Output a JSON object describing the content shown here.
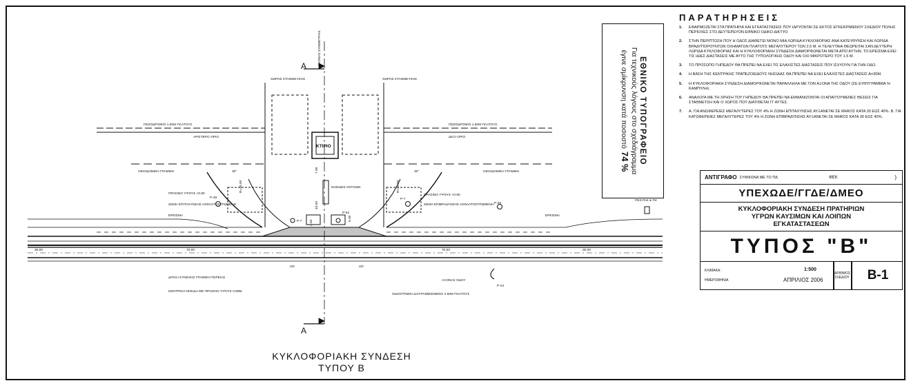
{
  "stamp": {
    "title": "ΕΘΝΙΚΟ ΤΥΠΟΓΡΑΦΕΙΟ",
    "line1": "Για τεχνικούς λόγους στο σχεδιάγραμμα",
    "line2": "έγινε σμίκρυνση κατά ποσοστό",
    "percent": "74 %"
  },
  "notes": {
    "title": "ΠΑΡΑΤΗΡΗΣΕΙΣ",
    "items": [
      {
        "num": "1.",
        "text": "ΕΦΑΡΜΟΖΕΤΑΙ ΣΤΑ ΠΡΑΤΗΡΙΑ ΚΑΙ ΕΓΚΑΤΑΣΤΑΣΕΙΣ ΠΟΥ ΙΔΡΥΟΝΤΑΙ ΣΕ ΕΚΤΟΣ ΕΓΚΕΚΡΙΜΕΝΟΥ ΣΧΕΔΙΟΥ ΠΟΛΗΣ ΠΕΡΙΟΧΕΣ ΣΤΟ ΔΕΥΤΕΡΕΥΟΝ ΕΘΝΙΚΟ ΟΔΙΚΟ ΔΙΚΤΥΟ"
      },
      {
        "num": "2.",
        "text": "ΣΤΗΝ ΠΕΡΙΠΤΩΣΗ ΠΟΥ Η ΟΔΟΣ ΔΙΑΘΕΤΕΙ ΜΟΝΟ ΜΙΑ ΛΩΡΙΔΑ ΚΥΚΛΟΦΟΡΙΑΣ ΑΝΑ ΚΑΤΕΥΘΥΝΣΗ ΚΑΙ ΛΩΡΙΔΑ ΒΡΑΔΥΠΟΡΟΥΝΤΩΝ ΟΧΗΜΑΤΩΝ ΠΛΑΤΟΥΣ ΜΕΓΑΛΥΤΕΡΟΥ ΤΩΝ 2.5 Μ. Η ΤΕΛΕΥΤΑΙΑ ΘΕΩΡΕΙΤΑΙ ΣΑΝ ΔΕΥΤΕΡΗ ΛΩΡΙΔΑ ΚΥΚΛΟΦΟΡΙΑΣ ΚΑΙ Η ΚΥΚΛΟΦΟΡΙΑΚΗ ΣΥΝΔΕΣΗ ΔΙΑΜΟΡΦΩΝΕΤΑΙ ΜΕΤΑ ΑΠΟ ΑΥΤΗΝ. ΤΟ ΕΡΕΙΣΜΑ ΕΧΕΙ ΤΙΣ ΙΔΙΕΣ ΔΙΑΣΤΑΣΕΙΣ ΜΕ ΑΥΤΟ ΤΗΣ ΤΥΠΟΛΟΓΙΚΗΣ ΟΔΟΥ ΚΑΙ ΟΧΙ ΜΙΚΡΟΤΕΡΟ ΤΟΥ 1.5 Μ."
      },
      {
        "num": "3.",
        "text": "ΤΟ ΠΡΟΣΩΠΟ ΓΗΠΕΔΟΥ ΘΑ ΠΡΕΠΕΙ ΝΑ ΕΧΕΙ ΤΙΣ ΕΛΑΧΙΣΤΕΣ ΔΙΑΣΤΑΣΕΙΣ ΠΟΥ ΙΣΧΥΟΥΝ ΓΙΑ ΤΗΝ ΟΔΟ."
      },
      {
        "num": "4.",
        "text": "Η ΒΑΣΗ ΤΗΣ ΚΕΝΤΡΙΚΗΣ ΤΡΑΠΕΖΟΕΙΔΟΥΣ ΝΗΣΙΔΑΣ ΘΑ ΠΡΕΠΕΙ ΝΑ ΕΧΕΙ ΕΛΑΧΙΣΤΕΣ ΔΙΑΣΤΑΣΕΙΣ α=30μ."
      },
      {
        "num": "5.",
        "text": "Η ΚΥΚΛΟΦΟΡΙΑΚΗ ΣΥΝΔΕΣΗ ΔΙΑΜΟΡΦΩΝΕΤΑΙ ΠΑΡΑΛΛΗΛΑ ΜΕ ΤΟΝ ΑΞΟΝΑ ΤΗΣ ΟΔΟΥ (ΣΕ ΕΥΘΥΓΡΑΜΜΙΑ Ή ΚΑΜΠΥΛΗ)."
      },
      {
        "num": "6.",
        "text": "ΑΝΑΛΟΓΑ ΜΕ ΤΗ ΧΡΗΣΗ ΤΟΥ ΓΗΠΕΔΟΥ ΘΑ ΠΡΕΠΕΙ ΝΑ ΕΜΦΑΝΙΖΟΝΤΑΙ ΟΙ ΑΠΑΙΤΟΥΜΕΝΕΣ ΘΕΣΕΙΣ ΓΙΑ ΣΤΑΘΜΕΥΣΗ ΚΑΙ Ο ΧΩΡΟΣ ΠΟΥ ΔΙΑΤΙΘΕΤΑΙ ΓΙ' ΑΥΤΕΣ."
      },
      {
        "num": "7.",
        "text": "α. ΓΙΑ ΑΝΩΦΕΡΕΙΕΣ ΜΕΓΑΛΥΤΕΡΕΣ ΤΟΥ 4% Η ΖΩΝΗ ΕΠΙΤΑΧΥΝΣΗΣ ΑΥΞΑΝΕΤΑΙ ΣΕ ΜΗΚΟΣ ΚΑΤΑ 30 ΕΩΣ 40%. β. ΓΙΑ ΚΑΤΩΦΕΡΕΙΕΣ ΜΕΓΑΛΥΤΕΡΕΣ ΤΟΥ 4% Η ΖΩΝΗ ΕΠΙΒΡΑΔΥΝΣΗΣ ΑΥΞΑΝΕΤΑΙ ΣΕ ΜΗΚΟΣ ΚΑΤΑ 30 ΕΩΣ 40%."
      }
    ]
  },
  "title_block": {
    "copy_label": "ΑΝΤΙΓΡΑΦΟ",
    "copy_sub": "ΣΥΜΦΩΝΑ ΜΕ ΤΟ ΠΔ",
    "copy_fek": "ΦΕΚ",
    "copy_paren": ")",
    "org": "ΥΠΕΧΩΔΕ/ΓΓΔΕ/ΔΜΕΟ",
    "project_line1": "ΚΥΚΛΟΦΟΡΙΑΚΗ ΣΥΝΔΕΣΗ ΠΡΑΤΗΡΙΩΝ",
    "project_line2": "ΥΓΡΩΝ ΚΑΥΣΙΜΩΝ ΚΑΙ ΛΟΙΠΩΝ",
    "project_line3": "ΕΓΚΑΤΑΣΤΑΣΕΩΝ",
    "type": "ΤΥΠΟΣ \"Β\"",
    "scale_label": "ΚΛΙΜΑΚΑ :",
    "scale": "1:500",
    "date_label": "ΗΜΕΡΟΜΗΝΙΑ",
    "date": "ΑΠΡΙΛΙΟΣ 2006",
    "sheet_label": "ΑΡΙΘΜΟΣ ΣΧΕΔΙΟΥ",
    "sheet_no": "Β-1"
  },
  "caption": {
    "line1": "ΚΥΚΛΟΦΟΡΙΑΚΗ ΣΥΝΔΕΣΗ",
    "line2": "ΤΥΠΟΥ Β"
  },
  "drawing": {
    "section_mark": "Α",
    "building": "ΚΤΙΡΙΟ",
    "parking_left": "ΧΩΡΟΣ ΣΤΑΘΜΕΥΣΗΣ",
    "parking_right": "ΧΩΡΟΣ ΣΤΑΘΜΕΥΣΗΣ",
    "sidewalk_left": "ΠΕΖΟΔΡΟΜΙΟ 1.50Μ ΠΛΑΤΟΥΣ",
    "sidewalk_right": "ΠΕΖΟΔΡΟΜΙΟ 1.50Μ ΠΛΑΤΟΥΣ",
    "left_limit": "ΑΡΙΣΤΕΡΟ ΟΡΙΟ",
    "right_limit": "ΔΕΞΙ ΟΡΙΟ",
    "building_line_left": "ΟΙΚΟΔΟΜΙΚΗ ΓΡΑΜΜΗ",
    "building_line_right": "ΟΙΚΟΔΟΜΙΚΗ ΓΡΑΜΜΗ",
    "station_axis": "ΑΞΟΝΑΣ ΣΥΜΜΕΤΡΙΑΣ",
    "green_curb_left": "ΠΡΑΣΙΝΟ ΥΨΟΥΣ <0.80",
    "green_curb_right": "ΠΡΑΣΙΝΟ ΥΨΟΥΣ <0.80",
    "accel_zone": "ΖΩΝΗ ΕΠΙΤΑΧΥΝΣΗΣ ΑΣΦΑΛΤΟΣΤΡΩΜΕΝΗ",
    "decel_zone": "ΖΩΝΗ ΕΠΙΒΡΑΔΥΝΣΗΣ ΑΣΦΑΛΤΟΣΤΡΩΜΕΝΗ",
    "shoulder_left": "ΕΡΕΙΣΜΑ",
    "shoulder_right": "ΕΡΕΙΣΜΑ",
    "islands": "ΝΗΣΙΔΕΣ ΑΝΤΛΙΩΝ",
    "continuous_line": "ΔΙΠΛΗ ΣΥΝΕΧΗΣ ΓΡΑΜΜΗ ΠΟΡΕΙΑΣ",
    "central_island": "ΚΕΝΤΡΙΚΗ ΝΗΣΙΔΑ ΜΕ ΠΡΑΣΙΝΟ ΥΨΟΥΣ 0.80Μ",
    "road_axis": "ΑΞΟΝΑΣ ΟΔΟΥ",
    "sidewalk_road": "ΟΔΟΣΤΡΩΜΑ ΔΙΑΓΡΑΜΜΙΣΜΕΝΟ 2.50Μ ΠΛΑΤΟΥΣ",
    "sign_p7_left": "Ρ-7",
    "sign_p7_right": "Ρ-7",
    "sign_p48": "Ρ-48",
    "sign_p40": "Ρ-40",
    "sign_p52": "Ρ-52",
    "sign_p44": "Ρ-44",
    "sign_pe": "ΠΕ3-Π44 & Π4",
    "dim_r30_left": "R=30.00",
    "dim_r30_right": "R=30.00",
    "dim_40": "40.00",
    "dim_700": "7.00",
    "dim_350": "3.50",
    "dim_a2_left": "α/2",
    "dim_a2_right": "α/2",
    "dim_3000_left": "30.00",
    "dim_7000_left": "70.00",
    "dim_7000_right": "70.00",
    "dim_3000_right": "30.00",
    "dim_500": "5.00",
    "angle_30_left": "30°",
    "angle_30_right": "30°"
  }
}
